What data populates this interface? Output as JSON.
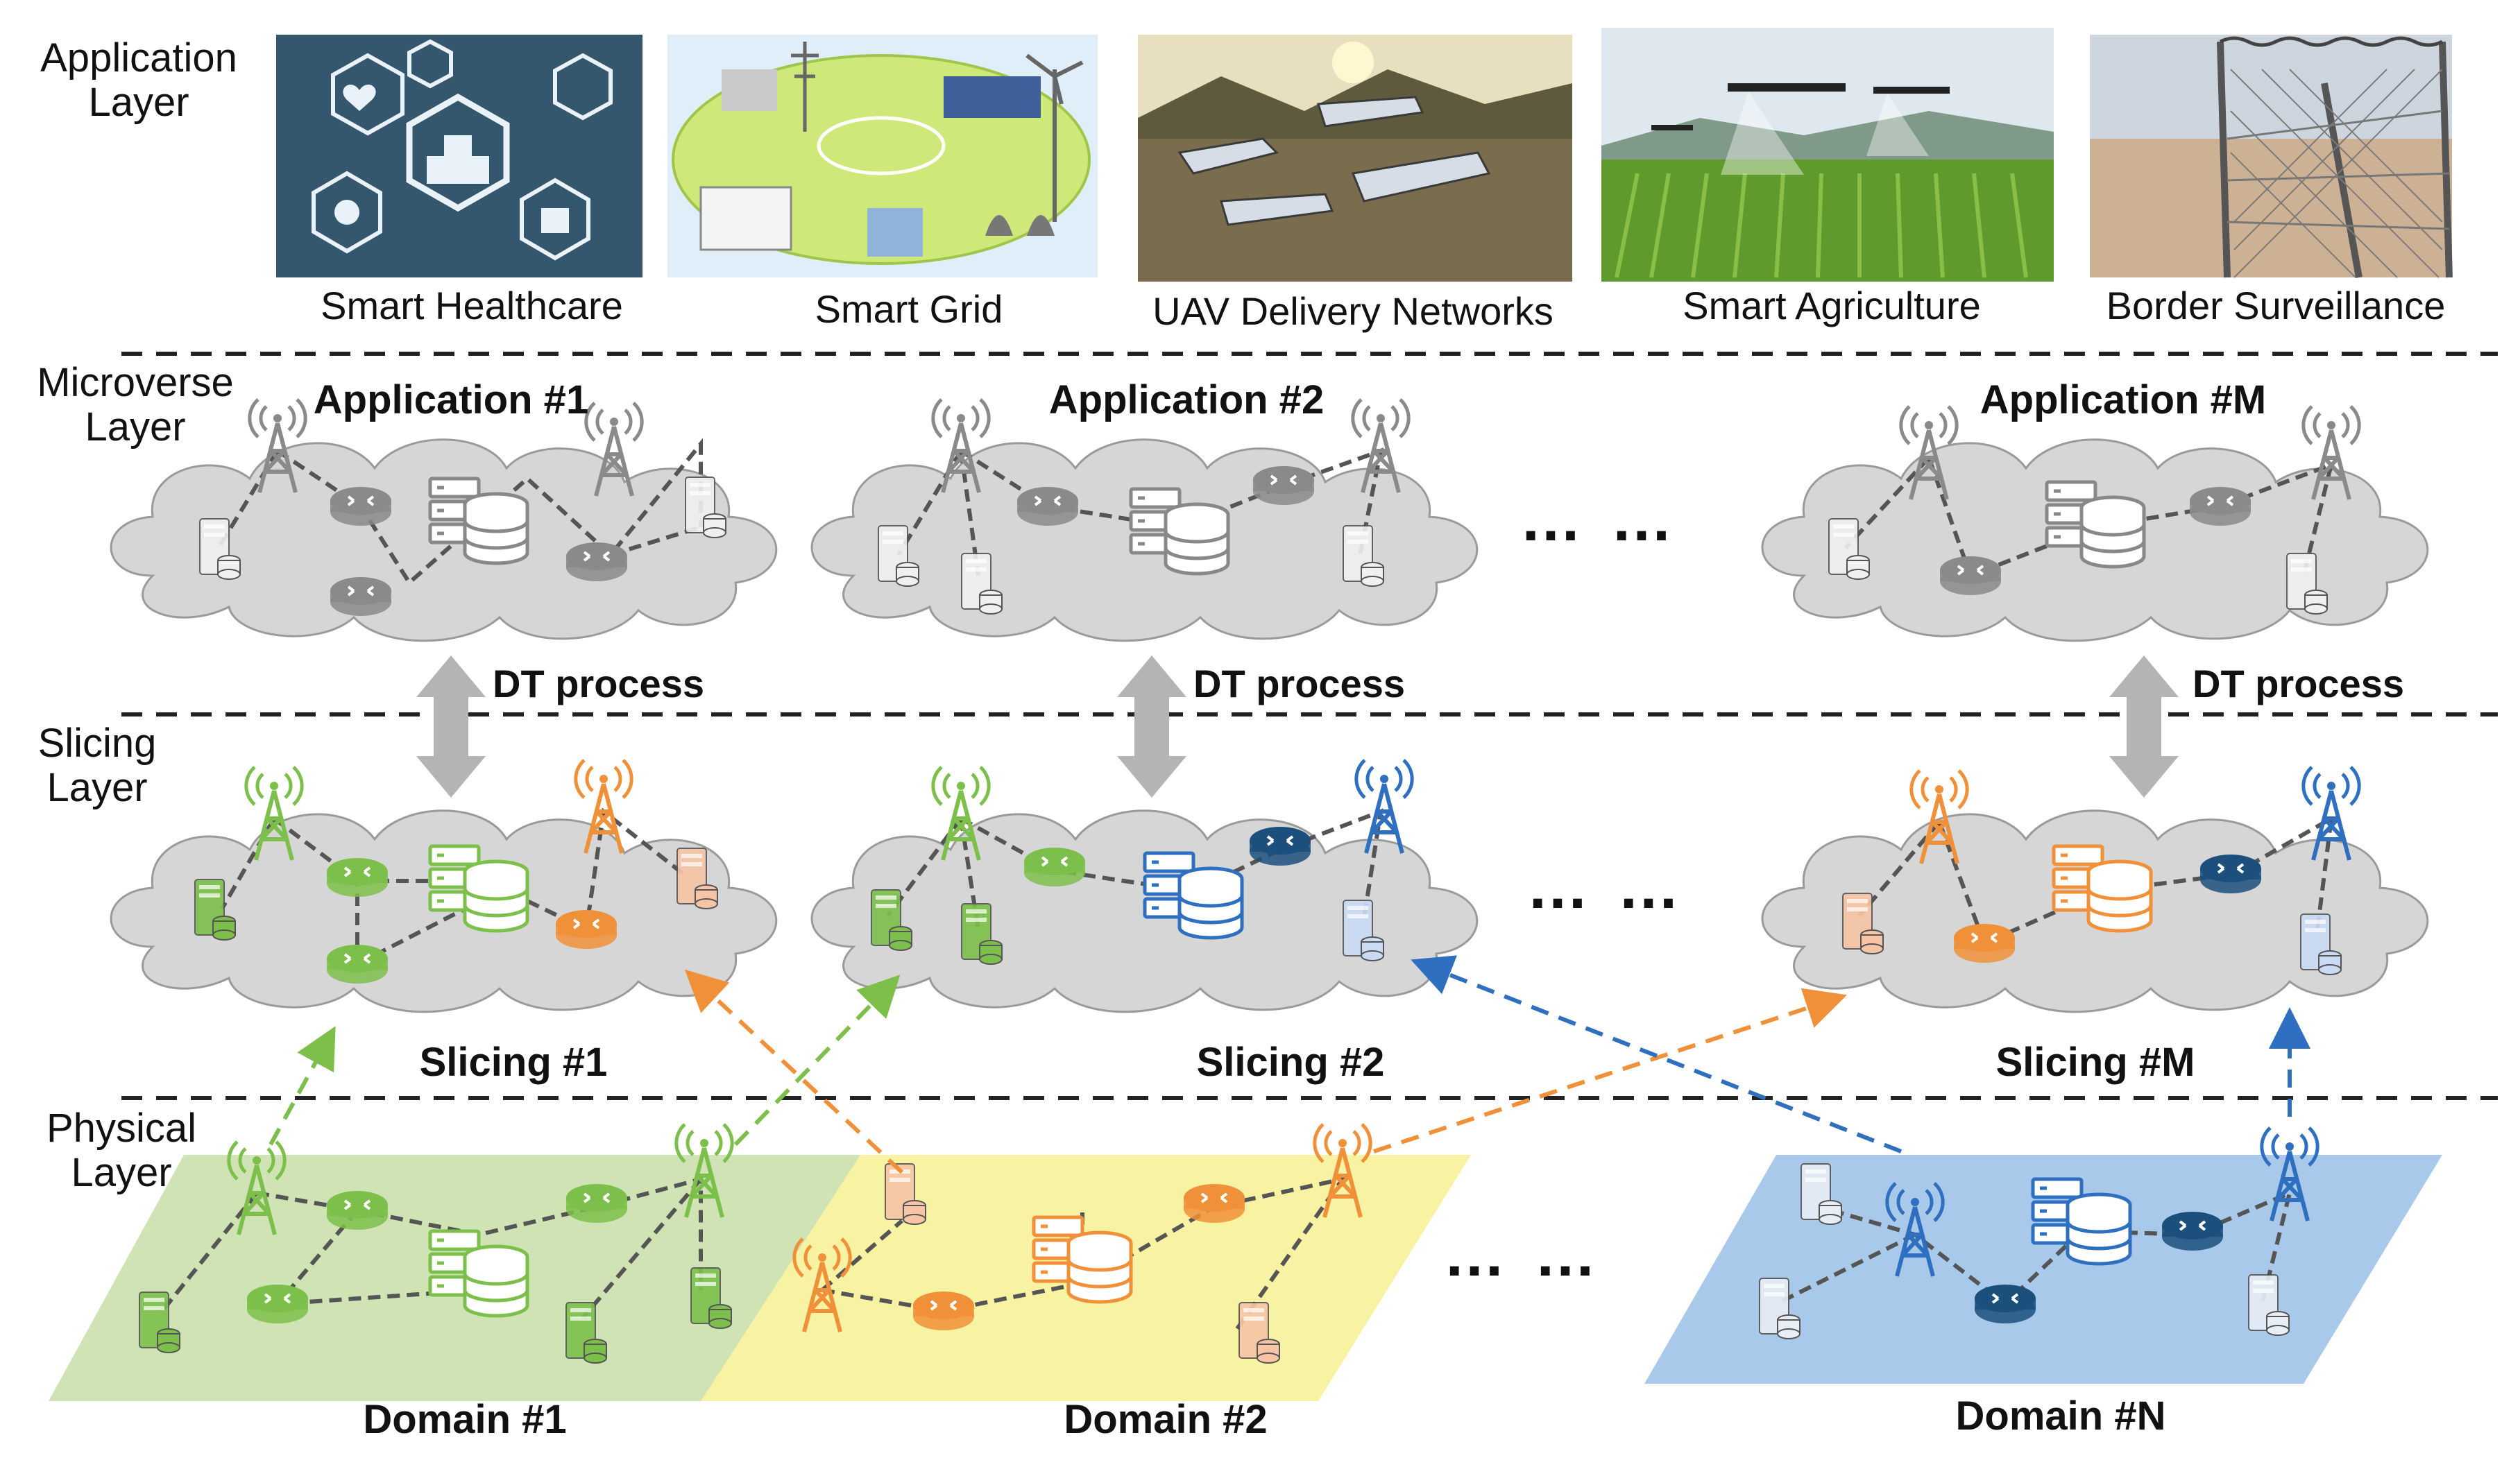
{
  "layers": {
    "application": "Application\nLayer",
    "microverse": "Microverse\nLayer",
    "slicing": "Slicing\nLayer",
    "physical": "Physical\nLayer"
  },
  "applications": [
    {
      "caption": "Smart Healthcare",
      "icon": "healthcare-icon-collage"
    },
    {
      "caption": "Smart Grid",
      "icon": "smart-grid-illustration"
    },
    {
      "caption": "UAV  Delivery Networks",
      "icon": "uav-photo"
    },
    {
      "caption": "Smart Agriculture",
      "icon": "agri-drone-photo"
    },
    {
      "caption": "Border Surveillance",
      "icon": "fence-photo"
    }
  ],
  "microverse": {
    "titles": [
      "Application #1",
      "Application #2",
      "Application #M"
    ],
    "dt_label": "DT process",
    "ellipsis": "… …"
  },
  "slicing": {
    "titles": [
      "Slicing #1",
      "Slicing #2",
      "Slicing #M"
    ],
    "ellipsis": "… …"
  },
  "physical": {
    "domains": [
      {
        "label": "Domain #1",
        "color": "#cfe3b4"
      },
      {
        "label": "Domain #2",
        "color": "#f8f3a2"
      },
      {
        "label": "Domain #N",
        "color": "#a9c9ea"
      }
    ],
    "ellipsis": "… …"
  },
  "colors": {
    "green": "#7cc04b",
    "orange": "#f0913a",
    "blue": "#2f6fc0",
    "navy": "#1c4f7c",
    "gray": "#8a8a8a",
    "cloud": "#d6d6d6",
    "arrow_gray": "#b4b4b4"
  }
}
